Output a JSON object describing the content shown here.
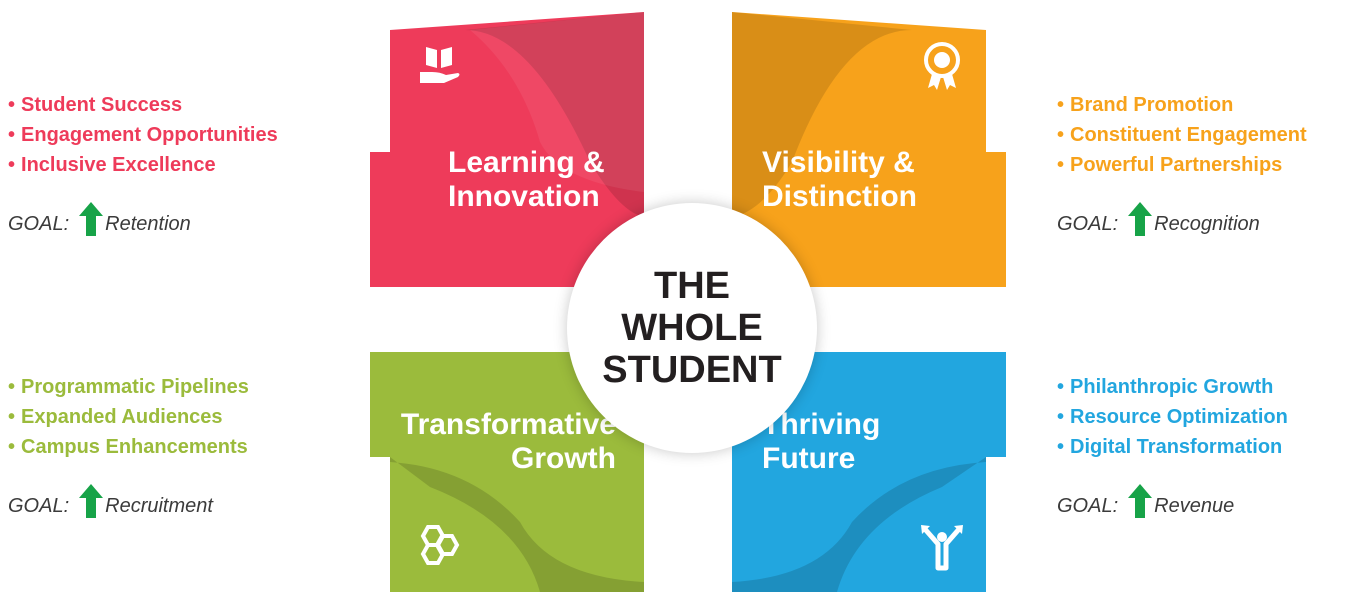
{
  "center": {
    "text": "THE\nWHOLE\nSTUDENT"
  },
  "colors": {
    "red": "#ee3b5a",
    "orange": "#f7a21b",
    "green": "#9bbb3c",
    "blue": "#22a6df",
    "arrow": "#17a348"
  },
  "quadrants": [
    {
      "title": "Learning &\nInnovation",
      "icon": "book-hand-icon",
      "color": "#ee3b5a"
    },
    {
      "title": "Visibility &\nDistinction",
      "icon": "award-ribbon-icon",
      "color": "#f7a21b"
    },
    {
      "title": "Transformative\nGrowth",
      "icon": "hexagons-icon",
      "color": "#9bbb3c"
    },
    {
      "title": "Thriving\nFuture",
      "icon": "person-arrows-icon",
      "color": "#22a6df"
    }
  ],
  "lists": [
    {
      "items": [
        "Student Success",
        "Engagement Opportunities",
        "Inclusive Excellence"
      ],
      "goal_label": "GOAL:",
      "goal": "Retention"
    },
    {
      "items": [
        "Brand Promotion",
        "Constituent Engagement",
        "Powerful Partnerships"
      ],
      "goal_label": "GOAL:",
      "goal": "Recognition"
    },
    {
      "items": [
        "Programmatic Pipelines",
        "Expanded Audiences",
        "Campus Enhancements"
      ],
      "goal_label": "GOAL:",
      "goal": "Recruitment"
    },
    {
      "items": [
        "Philanthropic Growth",
        "Resource Optimization",
        "Digital Transformation"
      ],
      "goal_label": "GOAL:",
      "goal": "Revenue"
    }
  ]
}
